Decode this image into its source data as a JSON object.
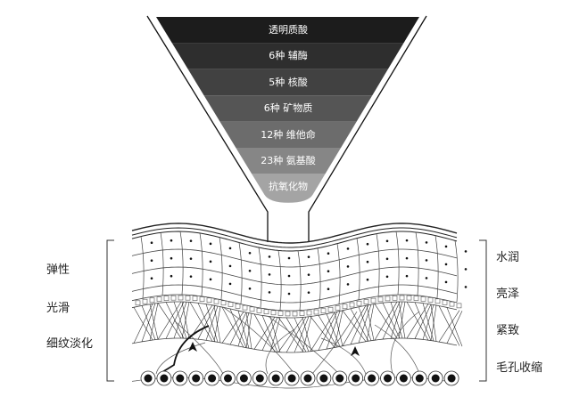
{
  "funnel": {
    "layers": [
      {
        "label": "透明质酸",
        "color": "#1c1c1c"
      },
      {
        "label": "6种 辅酶",
        "color": "#2e2e2e"
      },
      {
        "label": "5种 核酸",
        "color": "#414141"
      },
      {
        "label": "6种 矿物质",
        "color": "#555555"
      },
      {
        "label": "12种 维他命",
        "color": "#6c6c6c"
      },
      {
        "label": "23种 氨基酸",
        "color": "#868686"
      },
      {
        "label": "抗氧化物",
        "color": "#a4a4a4"
      }
    ]
  },
  "left_labels": [
    "弹性",
    "光滑",
    "细纹淡化"
  ],
  "right_labels": [
    "水润",
    "亮泽",
    "紧致",
    "毛孔收缩"
  ]
}
